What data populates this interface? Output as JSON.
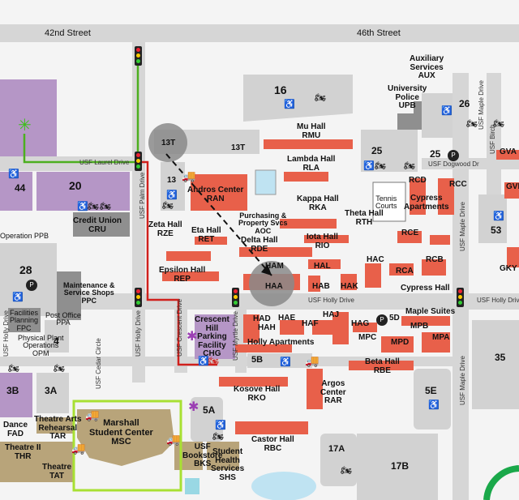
{
  "streets": {
    "north_a": "42nd Street",
    "north_b": "46th Street",
    "laurel": "USF Laurel Drive",
    "holly_w": "USF Holly Drive",
    "holly_e": "USF Holly Drive",
    "holly_e2": "USF Holly Drive",
    "dogwood": "USF Dogwood Dr",
    "maple_n": "USF Maple Drive",
    "maple_m": "USF Maple Drive",
    "maple_s": "USF Maple Drive",
    "birch": "USF Birch",
    "palm": "USF Palm Drive",
    "crescent": "USF Crescent Drive",
    "cedar": "USF Cedar Circle",
    "myrtle": "USF Myrtle Drive",
    "holly_v": "USF Holly Drive"
  },
  "lots": [
    "16",
    "13T",
    "13T",
    "13",
    "25",
    "25",
    "26",
    "5D",
    "44",
    "20",
    "28",
    "4",
    "3B",
    "3A",
    "5B",
    "5A",
    "5E",
    "53",
    "35",
    "17A",
    "17B"
  ],
  "buildings": {
    "mu": [
      "Mu Hall",
      "RMU"
    ],
    "lambda": [
      "Lambda Hall",
      "RLA"
    ],
    "kappa": [
      "Kappa Hall",
      "RKA"
    ],
    "theta": [
      "Theta Hall",
      "RTH"
    ],
    "iota": [
      "Iota Hall",
      "RIO"
    ],
    "delta": [
      "Delta Hall",
      "RDE"
    ],
    "eta": [
      "Eta Hall",
      "RET"
    ],
    "zeta": [
      "Zeta Hall",
      "RZE"
    ],
    "epsilon": [
      "Epsilon Hall",
      "REP"
    ],
    "andros": [
      "Andros Center",
      "RAN"
    ],
    "purchasing": [
      "Purchasing &",
      "Property Svcs",
      "AOC"
    ],
    "tennis": [
      "Tennis",
      "Courts"
    ],
    "cypress": [
      "Cypress",
      "Apartments"
    ],
    "cypress_hall": "Cypress Hall",
    "auxiliary": [
      "Auxiliary",
      "Services",
      "AUX"
    ],
    "police": [
      "University",
      "Police",
      "UPB"
    ],
    "credit": [
      "Credit Union",
      "CRU"
    ],
    "maintenance": [
      "Maintenance &",
      "Service Shops",
      "PPC"
    ],
    "facilities": [
      "Facilities",
      "Planning",
      "FPC"
    ],
    "postoffice": [
      "Post Office",
      "PPA"
    ],
    "physical": [
      "Physical Plant",
      "Operations",
      "OPM"
    ],
    "ppb": "Operation PPB",
    "crescent": [
      "Crescent",
      "Hill",
      "Parking",
      "Facility",
      "CHG"
    ],
    "holly_apts": "Holly Apartments",
    "maple_suites": "Maple Suites",
    "beta": [
      "Beta Hall",
      "RBE"
    ],
    "argos": [
      "Argos",
      "Center",
      "RAR"
    ],
    "kosove": [
      "Kosove Hall",
      "RKO"
    ],
    "castor": [
      "Castor Hall",
      "RBC"
    ],
    "marshall": [
      "Marshall",
      "Student Center",
      "MSC"
    ],
    "bookstore": [
      "USF",
      "Bookstore",
      "BKS"
    ],
    "health": [
      "Student",
      "Health",
      "Services",
      "SHS"
    ],
    "theatre_arts": [
      "Theatre Arts",
      "Rehearsal",
      "TAR"
    ],
    "theatre2": [
      "Theatre II",
      "THR"
    ],
    "theatre": [
      "Theatre",
      "TAT"
    ],
    "dance": [
      "Dance",
      "FAD"
    ],
    "codes": [
      "HAM",
      "HAA",
      "HAL",
      "HAB",
      "HAK",
      "HAC",
      "RCB",
      "RCA",
      "RCD",
      "RCC",
      "RCE",
      "HAJ",
      "HAD",
      "HAE",
      "HAF",
      "HAG",
      "HAH",
      "MPB",
      "MPA",
      "MPC",
      "MPD",
      "GVA",
      "GVI",
      "GKY"
    ]
  },
  "colors": {
    "residence": "#e8604a",
    "purple": "#b596c6",
    "tan": "#b8a47a",
    "gray": "#9a9a9a",
    "route_green": "#4caf1f",
    "route_red": "#d0201c",
    "highlight": "#a8e033"
  },
  "icons": [
    "accessible-icon",
    "motorcycle-icon",
    "truck-icon",
    "bus-stop-icon",
    "traffic-light-icon",
    "tree-marker-icon",
    "parking-pin-icon"
  ]
}
